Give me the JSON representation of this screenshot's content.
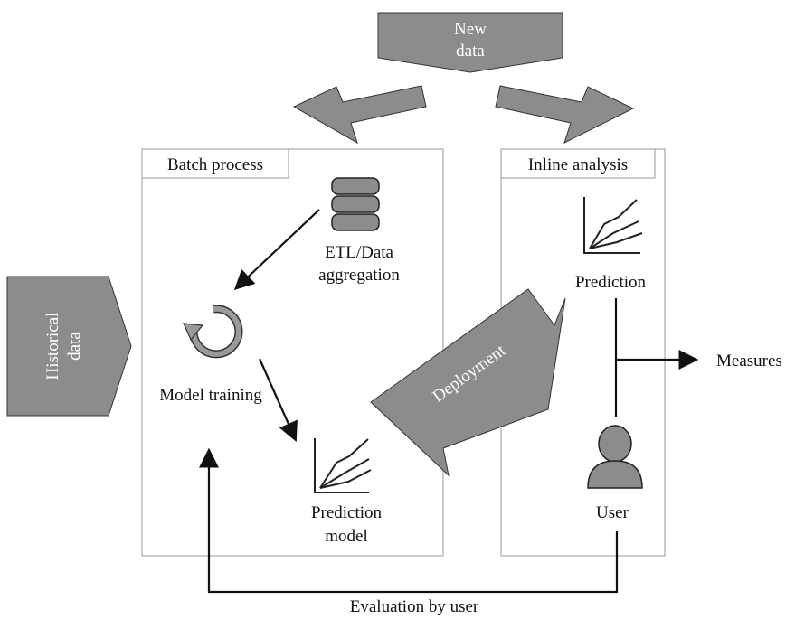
{
  "labels": {
    "new_data_line1": "New",
    "new_data_line2": "data",
    "historical_line1": "Historical",
    "historical_line2": "data",
    "batch_process": "Batch process",
    "inline_analysis": "Inline analysis",
    "etl_line1": "ETL/Data",
    "etl_line2": "aggregation",
    "model_training": "Model training",
    "prediction_model_line1": "Prediction",
    "prediction_model_line2": "model",
    "deployment": "Deployment",
    "prediction": "Prediction",
    "measures": "Measures",
    "user": "User",
    "evaluation": "Evaluation by user"
  },
  "colors": {
    "shape_fill": "#8c8c8c",
    "box_border": "#999999",
    "line": "#111111"
  },
  "icons": [
    "database-icon",
    "refresh-cycle-icon",
    "line-chart-icon",
    "user-icon"
  ]
}
